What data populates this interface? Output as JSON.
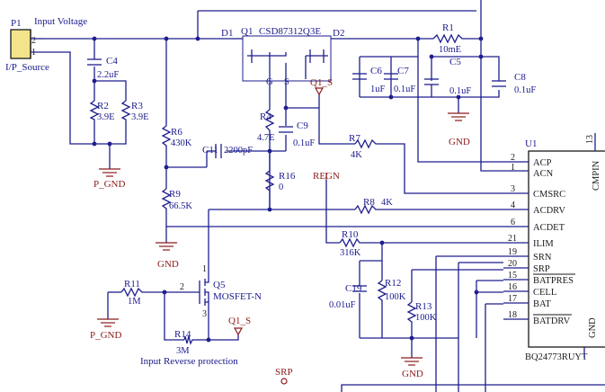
{
  "connector": {
    "ref": "P1",
    "label": "Input Voltage",
    "source": "I/P_Source",
    "pins": [
      "2",
      "1"
    ]
  },
  "mosfet_q1": {
    "ref": "Q1",
    "part": "CSD87312Q3E",
    "gate": "G",
    "source_pin": "S"
  },
  "diodes": [
    "D1",
    "D2"
  ],
  "resistors": [
    {
      "ref": "R1",
      "value": "10mE"
    },
    {
      "ref": "R2",
      "value": "3.9E"
    },
    {
      "ref": "R3",
      "value": "3.9E"
    },
    {
      "ref": "R4",
      "value": "4.7E"
    },
    {
      "ref": "R6",
      "value": "430K"
    },
    {
      "ref": "R7",
      "value": "4K"
    },
    {
      "ref": "R8",
      "value": "4K"
    },
    {
      "ref": "R9",
      "value": "66.5K"
    },
    {
      "ref": "R10",
      "value": "316K"
    },
    {
      "ref": "R11",
      "value": "1M"
    },
    {
      "ref": "R12",
      "value": "100K"
    },
    {
      "ref": "R13",
      "value": "100K"
    },
    {
      "ref": "R14",
      "value": "3M"
    },
    {
      "ref": "R16",
      "value": "0"
    }
  ],
  "capacitors": [
    {
      "ref": "C4",
      "value": "2.2uF"
    },
    {
      "ref": "C5",
      "value": "0.1uF"
    },
    {
      "ref": "C6",
      "value": "1uF"
    },
    {
      "ref": "C7",
      "value": "0.1uF"
    },
    {
      "ref": "C8",
      "value": "0.1uF"
    },
    {
      "ref": "C9",
      "value": "0.1uF"
    },
    {
      "ref": "C11",
      "value": "2200pF"
    },
    {
      "ref": "C19",
      "value": "0.01uF"
    }
  ],
  "q5": {
    "ref": "Q5",
    "part": "MOSFET-N",
    "pins": [
      "1",
      "2",
      "3"
    ]
  },
  "nets": {
    "q1s_top": "Q1_S",
    "q1s_bottom": "Q1_S",
    "regn": "REGN",
    "srp": "SRP",
    "gnd": "GND",
    "p_gnd": "P_GND",
    "gnd_label": "GND"
  },
  "note": "Input Reverse protection",
  "ic": {
    "ref": "U1",
    "part": "BQ24773RUYT",
    "pins": [
      {
        "num": "2",
        "name": "ACP"
      },
      {
        "num": "1",
        "name": "ACN"
      },
      {
        "num": "3",
        "name": "CMSRC"
      },
      {
        "num": "4",
        "name": "ACDRV"
      },
      {
        "num": "6",
        "name": "ACDET"
      },
      {
        "num": "21",
        "name": "ILIM"
      },
      {
        "num": "19",
        "name": "SRN"
      },
      {
        "num": "20",
        "name": "SRP"
      },
      {
        "num": "15",
        "name": "BATPRES"
      },
      {
        "num": "16",
        "name": "CELL"
      },
      {
        "num": "17",
        "name": "BAT"
      },
      {
        "num": "18",
        "name": "BATDRV"
      }
    ],
    "right_pins": [
      {
        "num": "13",
        "name": "CMPIN"
      },
      {
        "name": "GND"
      }
    ]
  }
}
